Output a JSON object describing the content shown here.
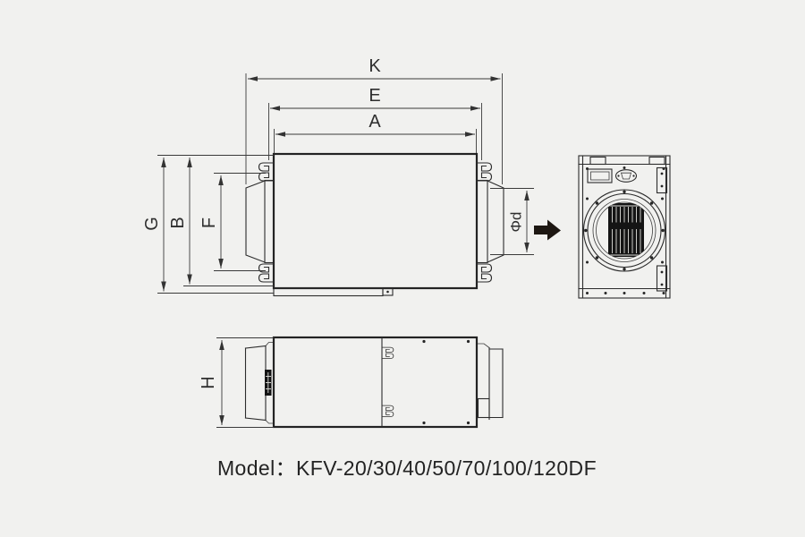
{
  "drawing": {
    "model_text": "Model：KFV-20/30/40/50/70/100/120DF",
    "dimensions": {
      "overall_width": "K",
      "flange_width": "E",
      "body_width": "A",
      "overall_height": "G",
      "body_height": "B",
      "flange_height": "F",
      "duct_diameter": "Φd",
      "body_depth": "H"
    },
    "colors": {
      "background": "#f1f1ef",
      "object_line": "#2c2c2c",
      "dimension_line": "#3a3a3a",
      "fan_wheel": "#141414"
    }
  }
}
